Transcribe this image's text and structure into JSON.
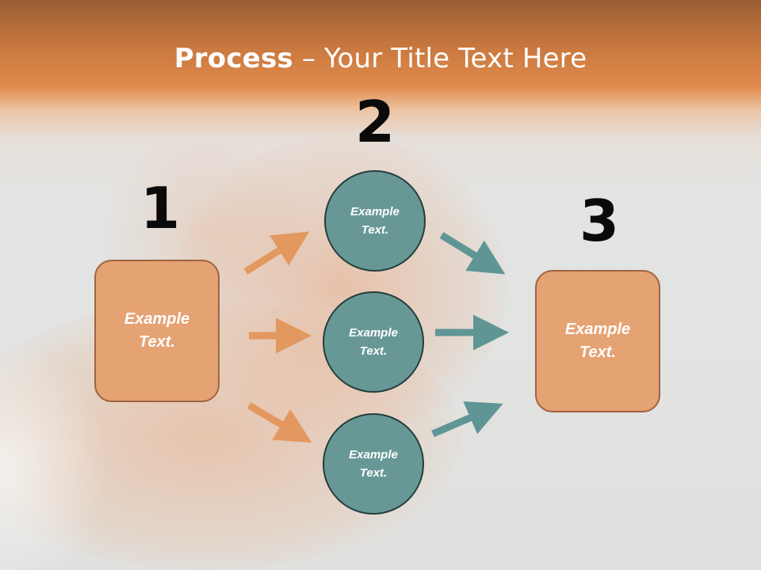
{
  "title": {
    "bold": "Process",
    "rest": " – Your Title Text Here"
  },
  "steps": [
    {
      "number": "1"
    },
    {
      "number": "2"
    },
    {
      "number": "3"
    }
  ],
  "left_box": {
    "text": "Example\nText."
  },
  "circles": [
    {
      "text": "Example\nText."
    },
    {
      "text": "Example\nText."
    },
    {
      "text": "Example\nText."
    }
  ],
  "right_box": {
    "text": "Example\nText."
  },
  "colors": {
    "orange_box": "#e5a273",
    "orange_border": "#9e6440",
    "orange_arrow": "#e3985f",
    "teal_circle": "#679896",
    "teal_arrow": "#5f9695",
    "header": "#c9783f"
  }
}
